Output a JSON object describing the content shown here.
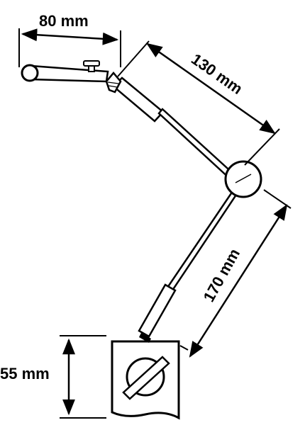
{
  "dimensions": {
    "clamp_arm": "80 mm",
    "upper_arm": "130 mm",
    "lower_arm": "170 mm",
    "base_height": "55 mm"
  },
  "colors": {
    "ink": "#000000",
    "paper": "#ffffff"
  }
}
